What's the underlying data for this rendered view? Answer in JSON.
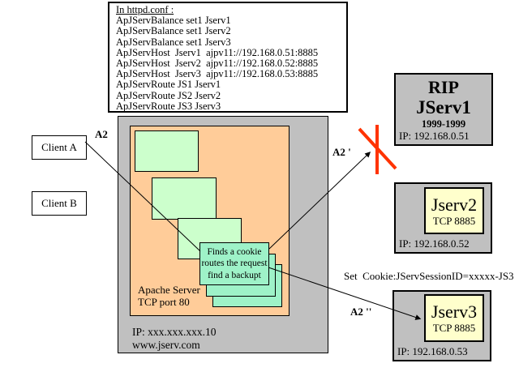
{
  "config_box": {
    "title": "In httpd.conf :",
    "lines": [
      "ApJServBalance set1 Jserv1",
      "ApJServBalance set1 Jserv2",
      "ApJServBalance set1 Jserv3",
      "ApJServHost  Jserv1  ajpv11://192.168.0.51:8885",
      "ApJServHost  Jserv2  ajpv11://192.168.0.52:8885",
      "ApJServHost  Jserv3  ajpv11://192.168.0.53:8885",
      "ApJServRoute JS1 Jserv1",
      "ApJServRoute JS2 Jserv2",
      "ApJServRoute JS3 Jserv3"
    ]
  },
  "clients": {
    "a": "Client A",
    "b": "Client B"
  },
  "arrows": {
    "a2": "A2",
    "a2_prime": "A2 '",
    "a2_double_prime": "A2 ''"
  },
  "set_cookie": "Set  Cookie:JServSessionID=xxxxx-JS3",
  "apache": {
    "server_label": "Apache Server",
    "port_label": "TCP port 80",
    "ip": "IP: xxx.xxx.xxx.10",
    "domain": "www.jserv.com",
    "cookie_note": [
      "Finds a cookie",
      "routes the request",
      "find a backupt"
    ]
  },
  "servers": {
    "jserv1": {
      "status": "RIP",
      "name": "JServ1",
      "years": "1999-1999",
      "ip": "IP: 192.168.0.51"
    },
    "jserv2": {
      "name": "Jserv2",
      "port": "TCP 8885",
      "ip": "IP: 192.168.0.52"
    },
    "jserv3": {
      "name": "Jserv3",
      "port": "TCP 8885",
      "ip": "IP: 192.168.0.53"
    }
  },
  "colors": {
    "canvas_gray": "#c0c0c0",
    "apache_orange": "#ffcc99",
    "worker_green": "#ccffcc",
    "active_aqua": "#9ef2c8",
    "server_yellow": "#ffffcc",
    "cross_red": "#ff3300"
  }
}
